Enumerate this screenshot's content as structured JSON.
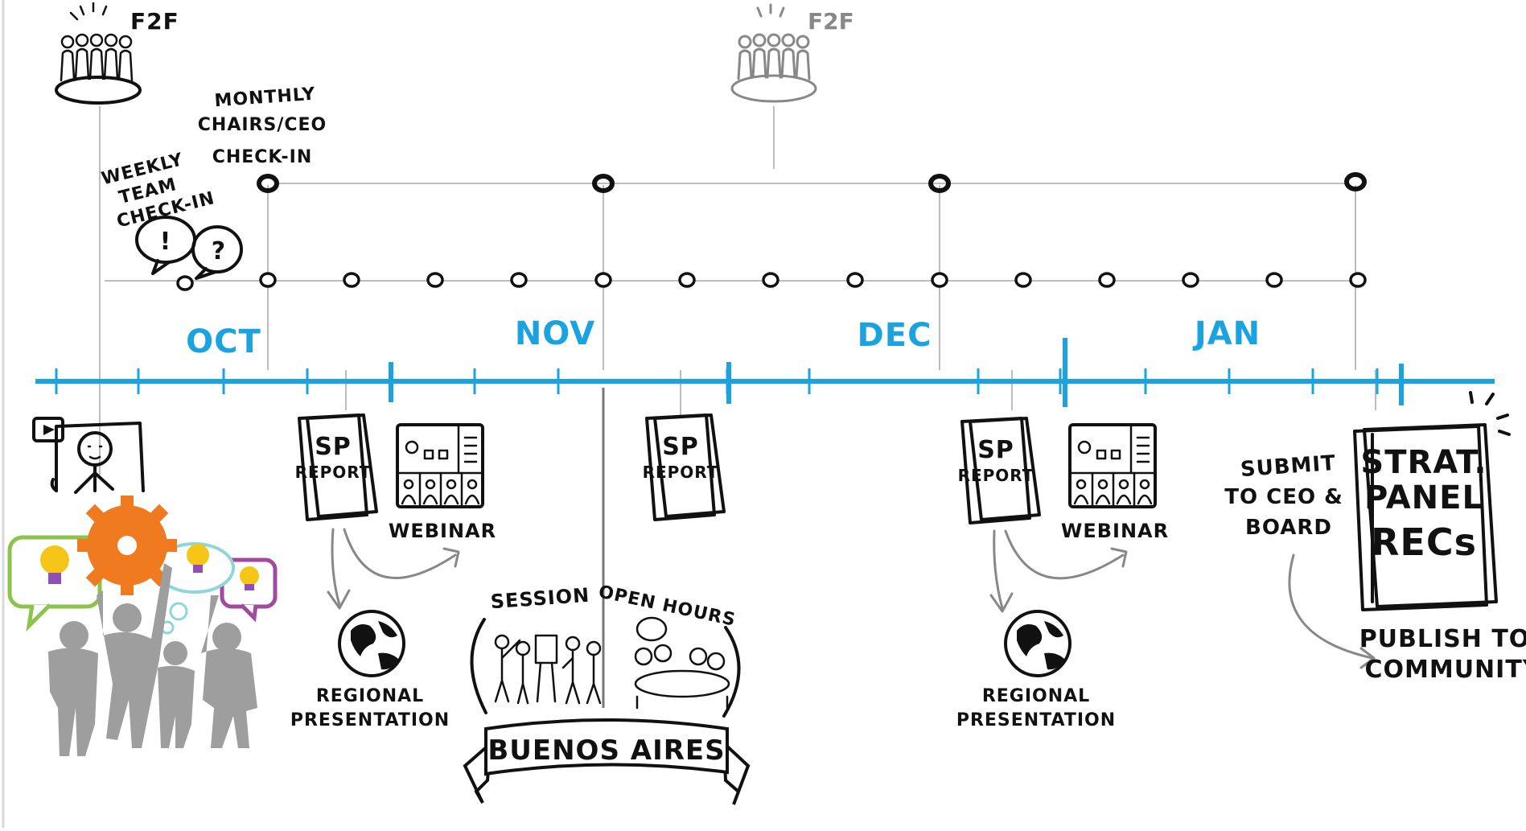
{
  "timeline": {
    "months": [
      "OCT",
      "NOV",
      "DEC",
      "JAN"
    ],
    "accent_color": "#1aa3df"
  },
  "meetings": {
    "f2f_label_1": "F2F",
    "f2f_label_2": "F2F"
  },
  "checkins": {
    "weekly": [
      "WEEKLY",
      "TEAM",
      "CHECK-IN"
    ],
    "monthly": [
      "MONTHLY",
      "CHAIRS/CEO",
      "CHECK-IN"
    ]
  },
  "items": {
    "sp_report_1": [
      "SP",
      "REPORT"
    ],
    "sp_report_2": [
      "SP",
      "REPORT"
    ],
    "sp_report_3": [
      "SP",
      "REPORT"
    ],
    "webinar_1": "WEBINAR",
    "webinar_2": "WEBINAR",
    "regional_1": [
      "REGIONAL",
      "PRESENTATION"
    ],
    "regional_2": [
      "REGIONAL",
      "PRESENTATION"
    ],
    "session": "SESSION",
    "open_hours": "OPEN HOURS",
    "buenos_aires": "BUENOS AIRES",
    "submit": [
      "SUBMIT",
      "TO CEO &",
      "BOARD"
    ],
    "strat": [
      "STRAT.",
      "PANEL",
      "RECs"
    ],
    "publish": [
      "PUBLISH TO",
      "COMMUNITY"
    ]
  },
  "icons": {
    "play": "play-icon",
    "exclaim": "!",
    "question": "?"
  }
}
